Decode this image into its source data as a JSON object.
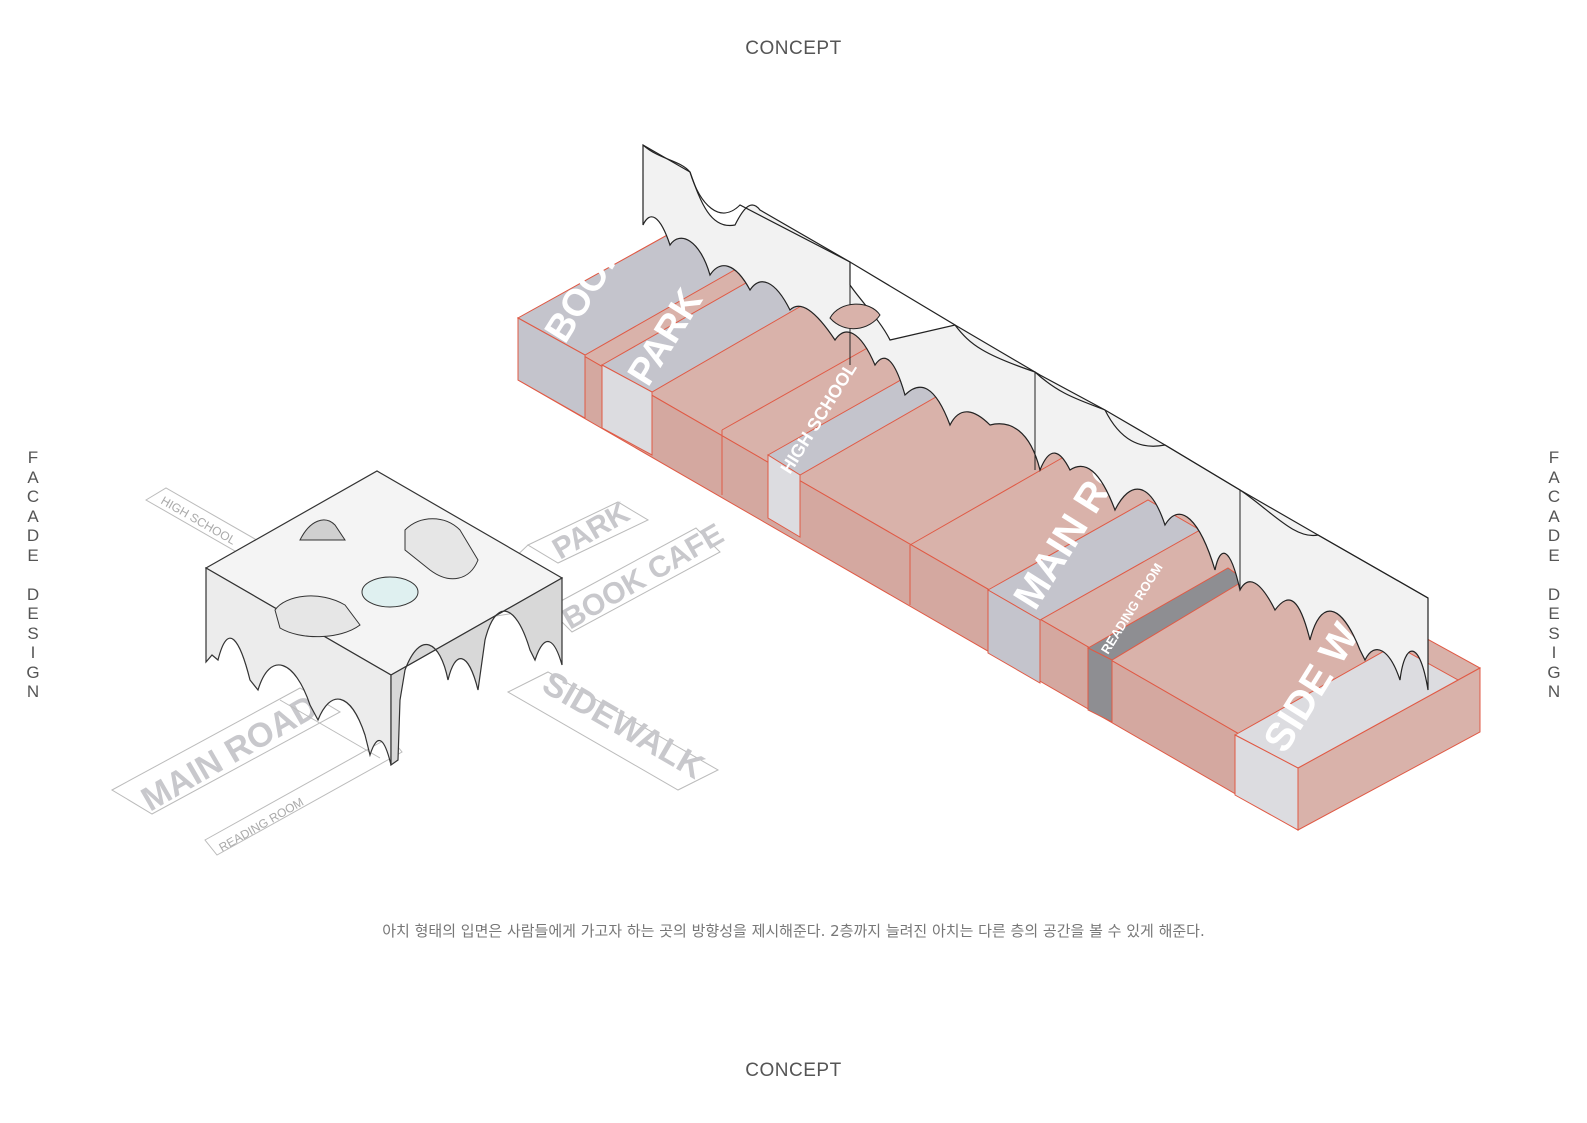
{
  "title_top": "CONCEPT",
  "title_bottom": "CONCEPT",
  "side_label": "FACADE DESIGN",
  "caption": "아치 형태의 입면은 사람들에게 가고자 하는 곳의 방향성을 제시해준다. 2층까지 늘려진 아치는 다른 층의 공간을 볼 수 있게 해준다.",
  "small_model": {
    "labels": {
      "high_school": "HIGH SCHOOL",
      "park": "PARK",
      "book_cafe": "BOOK CAFE",
      "sidewalk": "SIDEWALK",
      "main_road": "MAIN ROAD",
      "reading_room": "READING ROOM"
    }
  },
  "long_model": {
    "labels": {
      "book_cafe": "BOOK CAFE",
      "park": "PARK",
      "high_school": "HIGH SCHOOL",
      "main_road": "MAIN ROAD",
      "reading_room": "READING ROOM",
      "side_walk": "SIDE WALK"
    }
  },
  "colors": {
    "zone_pink": "#d9b2aa",
    "zone_pink_side": "#d4a8a0",
    "zone_grey": "#c4c4cc",
    "zone_dark_grey": "#8e8e92",
    "outline_red": "#e05a45",
    "wall_fill": "#f2f2f2"
  }
}
